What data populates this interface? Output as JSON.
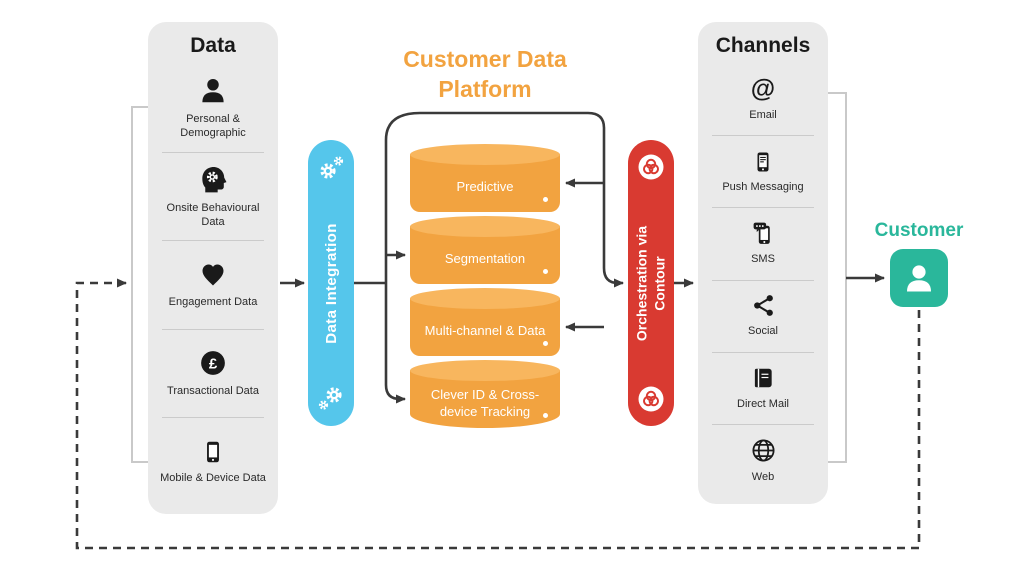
{
  "colors": {
    "orange": "#F2A340",
    "orange_light": "#F8B65E",
    "blue": "#55C6EB",
    "red": "#D93A31",
    "teal": "#2AB79B",
    "panel": "#EAEAEA",
    "arrow": "#3A3A3A"
  },
  "data_panel": {
    "title": "Data",
    "items": [
      {
        "label": "Personal & Demographic",
        "icon": "person-icon"
      },
      {
        "label": "Onsite Behavioural Data",
        "icon": "head-gear-icon"
      },
      {
        "label": "Engagement Data",
        "icon": "heart-icon"
      },
      {
        "label": "Transactional Data",
        "icon": "pound-coin-icon"
      },
      {
        "label": "Mobile & Device Data",
        "icon": "mobile-phone-icon"
      }
    ]
  },
  "integration_bar": {
    "label": "Data Integration",
    "icon": "gears-icon"
  },
  "cdp": {
    "title": "Customer Data Platform",
    "cylinders": [
      {
        "label": "Predictive"
      },
      {
        "label": "Segmentation"
      },
      {
        "label": "Multi-channel & Data"
      },
      {
        "label": "Clever ID & Cross-device Tracking"
      }
    ]
  },
  "orchestration_bar": {
    "label": "Orchestration via Contour",
    "icon": "contour-logo-icon"
  },
  "channels_panel": {
    "title": "Channels",
    "items": [
      {
        "label": "Email",
        "icon": "at-icon"
      },
      {
        "label": "Push Messaging",
        "icon": "push-message-phone-icon"
      },
      {
        "label": "SMS",
        "icon": "sms-phone-icon"
      },
      {
        "label": "Social",
        "icon": "share-icon"
      },
      {
        "label": "Direct Mail",
        "icon": "book-icon"
      },
      {
        "label": "Web",
        "icon": "globe-icon"
      }
    ]
  },
  "customer": {
    "label": "Customer",
    "icon": "customer-person-icon"
  }
}
